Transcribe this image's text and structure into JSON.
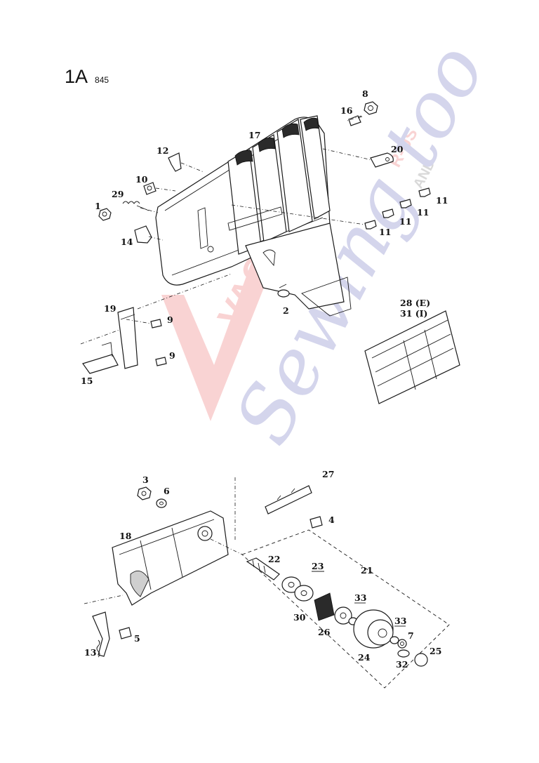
{
  "page": {
    "figure": "1A",
    "model": "845"
  },
  "watermark": {
    "line1": "VACUUMS",
    "line2": "R-US",
    "line3": "AND",
    "line4": "Sewing too",
    "color_red": "#e23a3a",
    "color_blue": "#3b3fa8"
  },
  "callouts": {
    "p1": "1",
    "p2": "2",
    "p3": "3",
    "p4": "4",
    "p5": "5",
    "p6": "6",
    "p7": "7",
    "p8": "8",
    "p9a": "9",
    "p9b": "9",
    "p10": "10",
    "p11a": "11",
    "p11b": "11",
    "p11c": "11",
    "p11d": "11",
    "p12": "12",
    "p13": "13",
    "p14": "14",
    "p15": "15",
    "p16": "16",
    "p17": "17",
    "p18": "18",
    "p19": "19",
    "p20": "20",
    "p21": "21",
    "p22": "22",
    "p23": "23",
    "p24": "24",
    "p25": "25",
    "p26": "26",
    "p27": "27",
    "p28": "28 (E)",
    "p31": "31 (I)",
    "p29": "29",
    "p30": "30",
    "p32": "32",
    "p33a": "33",
    "p33b": "33"
  },
  "colors": {
    "ink": "#1a1a1a",
    "paper": "#ffffff"
  }
}
